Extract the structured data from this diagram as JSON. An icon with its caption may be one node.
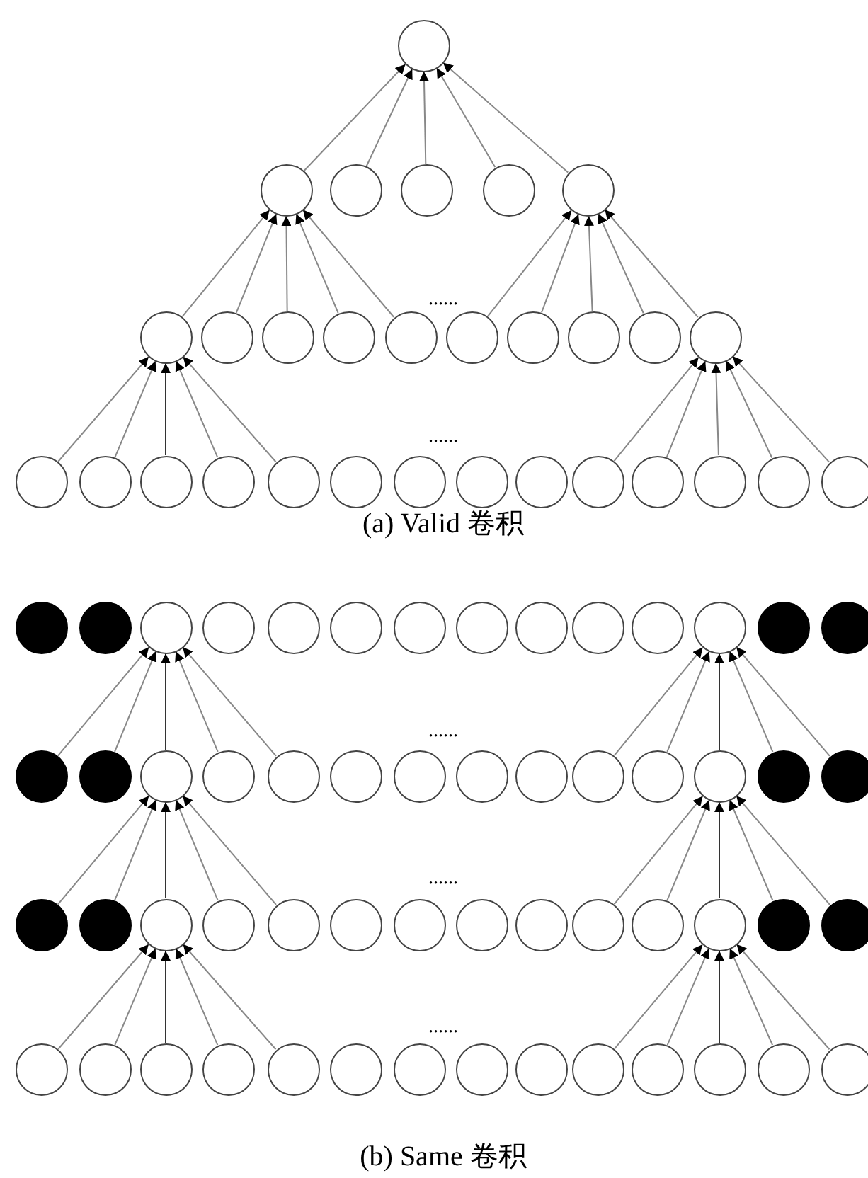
{
  "diagram": {
    "nodes": [
      {
        "text": [],
        "shape": "circle"
      },
      {
        "text": [],
        "shape": "circle"
      },
      {
        "text": [],
        "shape": "circle"
      },
      {
        "text": [],
        "shape": "circle"
      },
      {
        "text": [],
        "shape": "circle"
      },
      {
        "text": [],
        "shape": "circle"
      },
      {
        "text": [],
        "shape": "circle"
      },
      {
        "text": [],
        "shape": "circle"
      },
      {
        "text": [],
        "shape": "circle"
      },
      {
        "text": [],
        "shape": "circle"
      },
      {
        "text": [],
        "shape": "circle"
      },
      {
        "text": [],
        "shape": "circle"
      },
      {
        "text": [],
        "shape": "circle"
      },
      {
        "text": [],
        "shape": "circle"
      },
      {
        "text": [],
        "shape": "circle"
      },
      {
        "text": [],
        "shape": "circle"
      },
      {
        "text": [],
        "shape": "circle"
      },
      {
        "text": [],
        "shape": "circle"
      },
      {
        "text": [],
        "shape": "circle"
      },
      {
        "text": [],
        "shape": "circle"
      },
      {
        "text": [],
        "shape": "circle"
      },
      {
        "text": [],
        "shape": "circle"
      },
      {
        "text": [],
        "shape": "circle"
      },
      {
        "text": [],
        "shape": "circle"
      },
      {
        "text": [],
        "shape": "circle"
      },
      {
        "text": [],
        "shape": "circle"
      },
      {
        "text": [],
        "shape": "circle"
      },
      {
        "text": [],
        "shape": "circle"
      },
      {
        "text": [],
        "shape": "circle"
      },
      {
        "text": [],
        "shape": "circle"
      },
      {
        "text": [],
        "shape": "dot"
      },
      {
        "text": [],
        "shape": "dot"
      },
      {
        "text": [],
        "shape": "circle"
      },
      {
        "text": [],
        "shape": "circle"
      },
      {
        "text": [],
        "shape": "circle"
      },
      {
        "text": [],
        "shape": "circle"
      },
      {
        "text": [],
        "shape": "circle"
      },
      {
        "text": [],
        "shape": "circle"
      },
      {
        "text": [],
        "shape": "circle"
      },
      {
        "text": [],
        "shape": "circle"
      },
      {
        "text": [],
        "shape": "circle"
      },
      {
        "text": [],
        "shape": "circle"
      },
      {
        "text": [],
        "shape": "dot"
      },
      {
        "text": [],
        "shape": "dot"
      },
      {
        "text": [],
        "shape": "dot"
      },
      {
        "text": [],
        "shape": "dot"
      },
      {
        "text": [],
        "shape": "circle"
      },
      {
        "text": [],
        "shape": "circle"
      },
      {
        "text": [],
        "shape": "circle"
      },
      {
        "text": [],
        "shape": "circle"
      },
      {
        "text": [],
        "shape": "circle"
      },
      {
        "text": [],
        "shape": "circle"
      },
      {
        "text": [],
        "shape": "circle"
      },
      {
        "text": [],
        "shape": "circle"
      },
      {
        "text": [],
        "shape": "circle"
      },
      {
        "text": [],
        "shape": "circle"
      },
      {
        "text": [],
        "shape": "dot"
      },
      {
        "text": [],
        "shape": "dot"
      },
      {
        "text": [],
        "shape": "dot"
      },
      {
        "text": [],
        "shape": "dot"
      },
      {
        "text": [],
        "shape": "circle"
      },
      {
        "text": [],
        "shape": "circle"
      },
      {
        "text": [],
        "shape": "circle"
      },
      {
        "text": [],
        "shape": "circle"
      },
      {
        "text": [],
        "shape": "circle"
      },
      {
        "text": [],
        "shape": "circle"
      },
      {
        "text": [],
        "shape": "circle"
      },
      {
        "text": [],
        "shape": "circle"
      },
      {
        "text": [],
        "shape": "circle"
      },
      {
        "text": [],
        "shape": "circle"
      },
      {
        "text": [],
        "shape": "dot"
      },
      {
        "text": [],
        "shape": "dot"
      },
      {
        "text": [],
        "shape": "circle"
      },
      {
        "text": [],
        "shape": "circle"
      },
      {
        "text": [],
        "shape": "circle"
      },
      {
        "text": [],
        "shape": "circle"
      },
      {
        "text": [],
        "shape": "circle"
      },
      {
        "text": [],
        "shape": "circle"
      },
      {
        "text": [],
        "shape": "circle"
      },
      {
        "text": [],
        "shape": "circle"
      },
      {
        "text": [],
        "shape": "circle"
      },
      {
        "text": [],
        "shape": "circle"
      },
      {
        "text": [],
        "shape": "circle"
      },
      {
        "text": [],
        "shape": "circle"
      },
      {
        "text": [],
        "shape": "circle"
      },
      {
        "text": [],
        "shape": "circle"
      }
    ],
    "edges": [
      {
        "from": 1,
        "to": 0,
        "arrow": "to"
      },
      {
        "from": 2,
        "to": 0,
        "arrow": "to"
      },
      {
        "from": 3,
        "to": 0,
        "arrow": "to"
      },
      {
        "from": 4,
        "to": 0,
        "arrow": "to"
      },
      {
        "from": 5,
        "to": 0,
        "arrow": "to"
      },
      {
        "from": 6,
        "to": 1,
        "arrow": "to"
      },
      {
        "from": 7,
        "to": 1,
        "arrow": "to"
      },
      {
        "from": 8,
        "to": 1,
        "arrow": "to"
      },
      {
        "from": 9,
        "to": 1,
        "arrow": "to"
      },
      {
        "from": 10,
        "to": 1,
        "arrow": "to"
      },
      {
        "from": 11,
        "to": 5,
        "arrow": "to"
      },
      {
        "from": 12,
        "to": 5,
        "arrow": "to"
      },
      {
        "from": 13,
        "to": 5,
        "arrow": "to"
      },
      {
        "from": 14,
        "to": 5,
        "arrow": "to"
      },
      {
        "from": 15,
        "to": 5,
        "arrow": "to"
      },
      {
        "from": 16,
        "to": 6,
        "arrow": "to"
      },
      {
        "from": 17,
        "to": 6,
        "arrow": "to"
      },
      {
        "from": 18,
        "to": 6,
        "arrow": "to"
      },
      {
        "from": 19,
        "to": 6,
        "arrow": "to"
      },
      {
        "from": 20,
        "to": 6,
        "arrow": "to"
      },
      {
        "from": 25,
        "to": 15,
        "arrow": "to"
      },
      {
        "from": 26,
        "to": 15,
        "arrow": "to"
      },
      {
        "from": 27,
        "to": 15,
        "arrow": "to"
      },
      {
        "from": 28,
        "to": 15,
        "arrow": "to"
      },
      {
        "from": 29,
        "to": 15,
        "arrow": "to"
      },
      {
        "from": 44,
        "to": 32,
        "arrow": "to"
      },
      {
        "from": 45,
        "to": 32,
        "arrow": "to"
      },
      {
        "from": 46,
        "to": 32,
        "arrow": "to"
      },
      {
        "from": 47,
        "to": 32,
        "arrow": "to"
      },
      {
        "from": 48,
        "to": 32,
        "arrow": "to"
      },
      {
        "from": 53,
        "to": 41,
        "arrow": "to"
      },
      {
        "from": 54,
        "to": 41,
        "arrow": "to"
      },
      {
        "from": 55,
        "to": 41,
        "arrow": "to"
      },
      {
        "from": 56,
        "to": 41,
        "arrow": "to"
      },
      {
        "from": 57,
        "to": 41,
        "arrow": "to"
      },
      {
        "from": 58,
        "to": 46,
        "arrow": "to"
      },
      {
        "from": 59,
        "to": 46,
        "arrow": "to"
      },
      {
        "from": 60,
        "to": 46,
        "arrow": "to"
      },
      {
        "from": 61,
        "to": 46,
        "arrow": "to"
      },
      {
        "from": 62,
        "to": 46,
        "arrow": "to"
      },
      {
        "from": 67,
        "to": 55,
        "arrow": "to"
      },
      {
        "from": 68,
        "to": 55,
        "arrow": "to"
      },
      {
        "from": 69,
        "to": 55,
        "arrow": "to"
      },
      {
        "from": 70,
        "to": 55,
        "arrow": "to"
      },
      {
        "from": 71,
        "to": 55,
        "arrow": "to"
      },
      {
        "from": 72,
        "to": 60,
        "arrow": "to"
      },
      {
        "from": 73,
        "to": 60,
        "arrow": "to"
      },
      {
        "from": 74,
        "to": 60,
        "arrow": "to"
      },
      {
        "from": 75,
        "to": 60,
        "arrow": "to"
      },
      {
        "from": 76,
        "to": 60,
        "arrow": "to"
      },
      {
        "from": 81,
        "to": 69,
        "arrow": "to"
      },
      {
        "from": 82,
        "to": 69,
        "arrow": "to"
      },
      {
        "from": 83,
        "to": 69,
        "arrow": "to"
      },
      {
        "from": 84,
        "to": 69,
        "arrow": "to"
      },
      {
        "from": 85,
        "to": 69,
        "arrow": "to"
      }
    ],
    "labels": [
      "......",
      "......",
      "(a) Valid 卷积",
      "......",
      "......",
      "......",
      "(b) Same 卷积"
    ]
  }
}
